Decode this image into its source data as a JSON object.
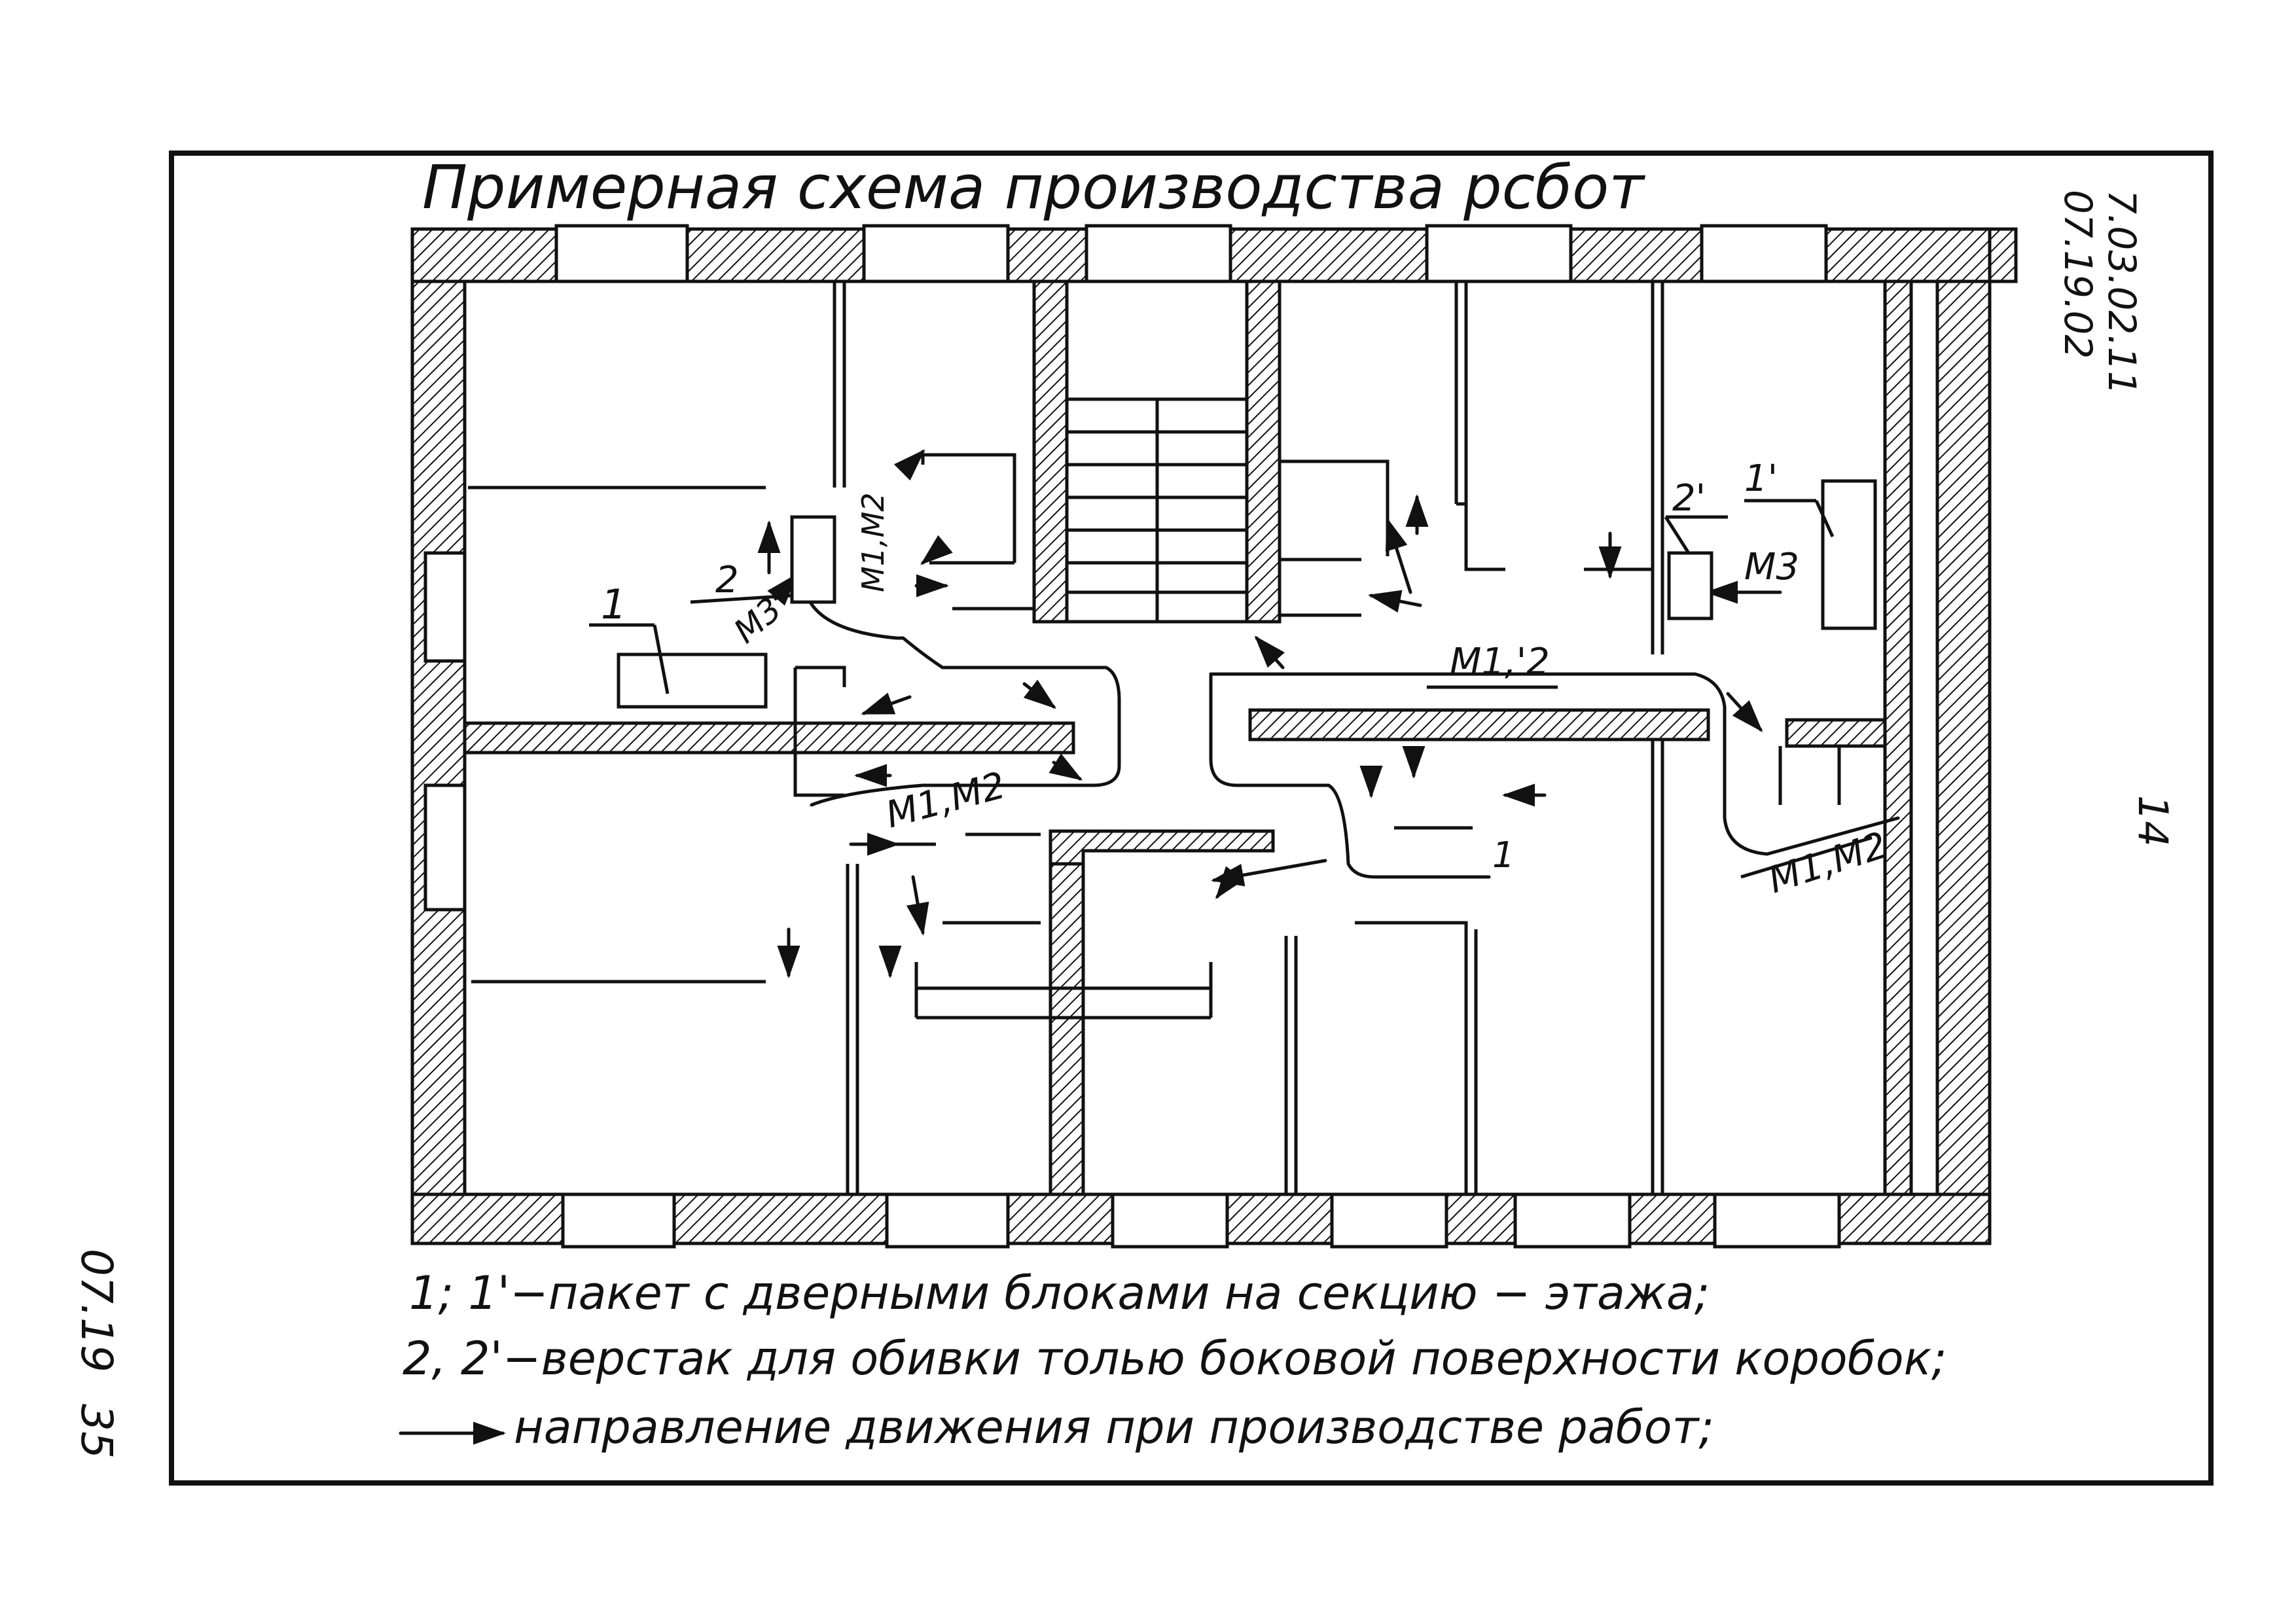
{
  "title": "Примерная схема производства рсбот",
  "doc_code_top": "7.03.02.11",
  "doc_code_bottom": "07.19.02",
  "page_number": "14",
  "side_code": "07.19",
  "side_page": "35",
  "labels": {
    "pack_1": "1",
    "pack_1_prime": "1'",
    "bench_2": "2",
    "bench_2_prime": "2'",
    "m3_left": "М3",
    "m3_right": "М3",
    "m1m2_vertical": "М1,М2",
    "m1m2_center": "М1,М2",
    "m1m2_upper_right": "М1,'2",
    "m1m2_lower_right": "М1,М2",
    "mark_1_center": "1"
  },
  "legend": [
    "1; 1'−пакет с дверными блоками на секцию − этажа;",
    "2, 2'−верстак для обивки толью боковой поверхности коробок;",
    "направление движения при производстве работ;"
  ]
}
